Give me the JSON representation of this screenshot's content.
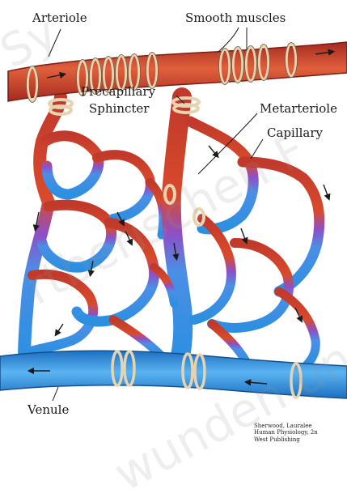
{
  "labels": {
    "arteriole": "Arteriole",
    "smooth_muscles": "Smooth muscles",
    "precapillary_line1": "Precapillary",
    "precapillary_line2": "Sphincter",
    "metarteriole": "Metarteriole",
    "capillary": "Capillary",
    "venule": "Venule"
  },
  "credit": {
    "line1": "Sherwood, Lauralee",
    "line2": "Human Physiology, 2n",
    "line3": "West Publishing"
  },
  "watermark": {
    "text1": "Sy",
    "text2": "rtberischen F",
    "text3": "wunden und"
  },
  "colors": {
    "arterial": "#c0392b",
    "arterial_light": "#e0603c",
    "transition": "#8e4fc7",
    "venous": "#2c8fe0",
    "venous_light": "#5ab4f2",
    "sphincter": "#e8d3b0",
    "background": "#ffffff"
  }
}
